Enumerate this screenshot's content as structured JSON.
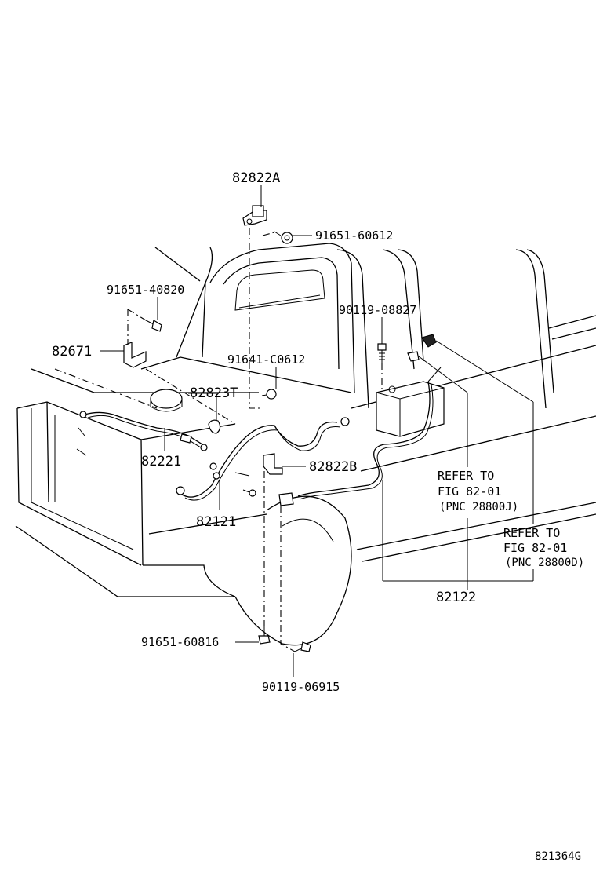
{
  "labels": {
    "p82822A": "82822A",
    "p9165160612": "91651-60612",
    "p9165140820": "91651-40820",
    "p9011908827": "90119-08827",
    "p82671": "82671",
    "p91641C0612": "91641-C0612",
    "p82823T": "82823T",
    "p82221": "82221",
    "p82822B": "82822B",
    "p82121": "82121",
    "p82122": "82122",
    "p9165160816": "91651-60816",
    "p9011906915": "90119-06915"
  },
  "refer1": {
    "line1": "REFER TO",
    "line2": "FIG 82-01",
    "line3": "(PNC 28800J)"
  },
  "refer2": {
    "line1": "REFER TO",
    "line2": "FIG 82-01",
    "line3": "(PNC 28800D)"
  },
  "figure_id": "821364G"
}
